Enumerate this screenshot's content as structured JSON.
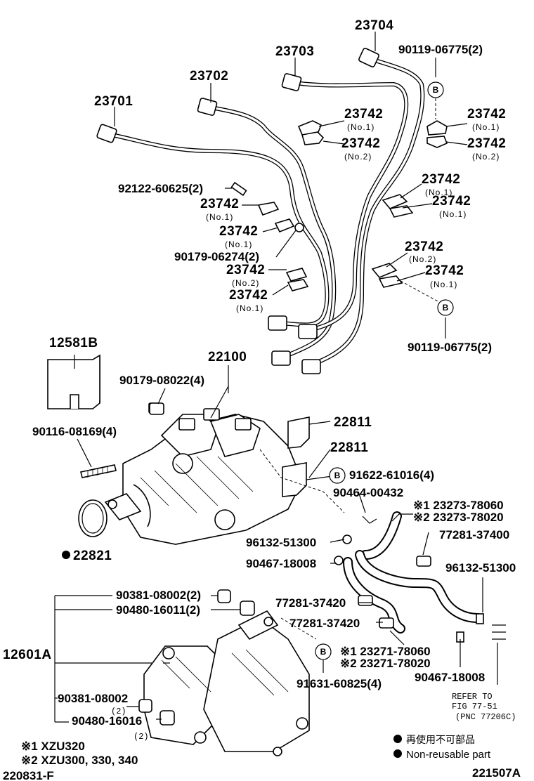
{
  "parts": {
    "p23701": "23701",
    "p23702": "23702",
    "p23703": "23703",
    "p23704": "23704",
    "p90119_top": "90119-06775(2)",
    "clamp_tc1": "23742",
    "clamp_tc1_sub": "(No.1)",
    "clamp_tc2": "23742",
    "clamp_tc2_sub": "(No.2)",
    "clamp_tr1": "23742",
    "clamp_tr1_sub": "(No.1)",
    "clamp_tr2": "23742",
    "clamp_tr2_sub": "(No.2)",
    "p92122": "92122-60625(2)",
    "clamp_l1": "23742",
    "clamp_l1_sub": "(No.1)",
    "clamp_l2": "23742",
    "clamp_l2_sub": "(No.1)",
    "p90179_06274": "90179-06274(2)",
    "clamp_l3": "23742",
    "clamp_l3_sub": "(No.2)",
    "clamp_l4": "23742",
    "clamp_l4_sub": "(No.1)",
    "clamp_r1": "23742",
    "clamp_r1_sub": "(No.1)",
    "clamp_r2": "23742",
    "clamp_r2_sub": "(No.1)",
    "clamp_r3": "23742",
    "clamp_r3_sub": "(No.2)",
    "clamp_r4": "23742",
    "clamp_r4_sub": "(No.1)",
    "p90119_mid": "90119-06775(2)",
    "p12581B": "12581B",
    "p22100": "22100",
    "p90179_08022": "90179-08022(4)",
    "p90116": "90116-08169(4)",
    "p22811_a": "22811",
    "p22811_b": "22811",
    "p91622": "91622-61016(4)",
    "p90464": "90464-00432",
    "p23273_1": "※1  23273-78060",
    "p23273_2": "※2  23273-78020",
    "p77281_a": "77281-37400",
    "p96132_a": "96132-51300",
    "p96132_b": "96132-51300",
    "p90467_a": "90467-18008",
    "p22821": "22821",
    "p90381_a": "90381-08002(2)",
    "p90480_a": "90480-16011(2)",
    "p77281_b": "77281-37420",
    "p77281_c": "77281-37420",
    "p23271_1": "※1  23271-78060",
    "p23271_2": "※2  23271-78020",
    "p91631": "91631-60825(4)",
    "p90467_b": "90467-18008",
    "p12601A": "12601A",
    "p90381_b": "90381-08002",
    "p90381_b_qty": "(2)",
    "p90480_b": "90480-16016",
    "p90480_b_qty": "(2)",
    "refer1": "REFER TO",
    "refer2": "FIG 77-51",
    "refer3": "(PNC 77206C)",
    "circle_b": "B"
  },
  "footnotes": {
    "note1": "※1 XZU320",
    "note2": "※2 XZU300, 330, 340",
    "fig_id": "220831-F",
    "img_id": "221507A"
  },
  "legend": {
    "reuse_jp": "再使用不可部品",
    "reuse_en": "Non-reusable part"
  }
}
